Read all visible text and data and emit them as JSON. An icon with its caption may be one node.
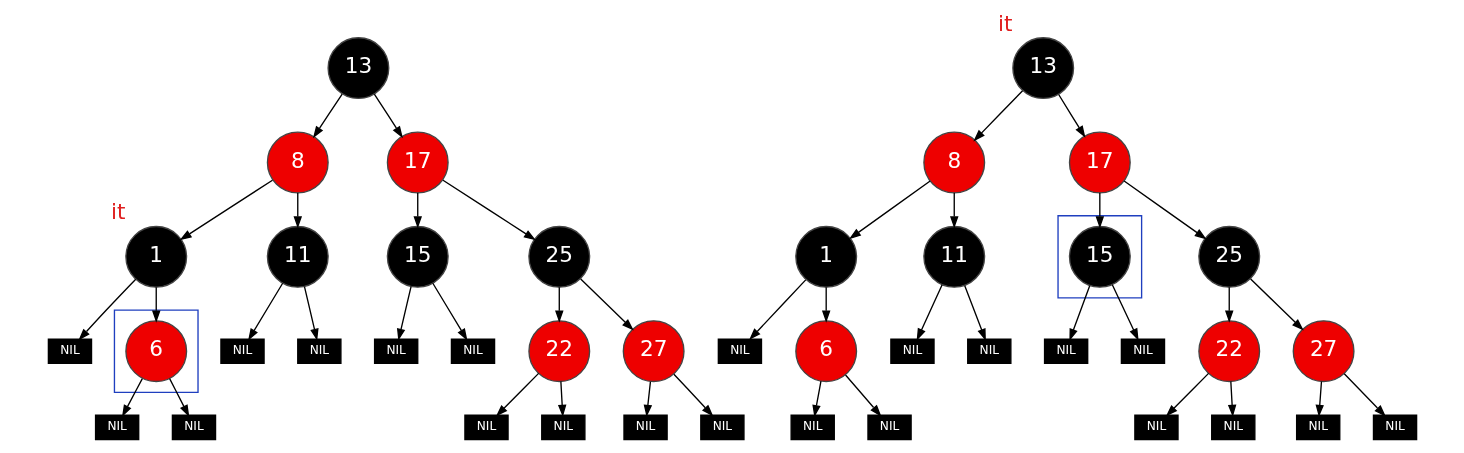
{
  "diagram": {
    "nodes": [
      {
        "text": [
          "13"
        ]
      },
      {
        "text": [
          "8"
        ]
      },
      {
        "text": [
          "17"
        ]
      },
      {
        "text": [
          "1"
        ],
        "beside": [
          "it"
        ]
      },
      {
        "text": [
          "11"
        ]
      },
      {
        "text": [
          "15"
        ]
      },
      {
        "text": [
          "25"
        ]
      },
      {
        "text": [
          "NIL"
        ]
      },
      {
        "text": [],
        "shape": "box"
      },
      {
        "text": [
          "6"
        ],
        "in": 8
      },
      {
        "text": [
          "NIL"
        ]
      },
      {
        "text": [
          "NIL"
        ]
      },
      {
        "text": [
          "NIL"
        ]
      },
      {
        "text": [
          "NIL"
        ]
      },
      {
        "text": [
          "22"
        ]
      },
      {
        "text": [
          "27"
        ]
      },
      {
        "text": [
          "NIL"
        ]
      },
      {
        "text": [
          "NIL"
        ]
      },
      {
        "text": [
          "NIL"
        ]
      },
      {
        "text": [
          "NIL"
        ]
      },
      {
        "text": [
          "NIL"
        ]
      },
      {
        "text": [
          "NIL"
        ]
      },
      {
        "text": [
          "13"
        ],
        "beside": [
          "it"
        ]
      },
      {
        "text": [
          "8"
        ]
      },
      {
        "text": [
          "17"
        ]
      },
      {
        "text": [
          "1"
        ]
      },
      {
        "text": [
          "11"
        ]
      },
      {
        "text": [],
        "shape": "box"
      },
      {
        "text": [
          "15"
        ],
        "in": 27
      },
      {
        "text": [
          "25"
        ]
      },
      {
        "text": [
          "NIL"
        ]
      },
      {
        "text": [
          "6"
        ]
      },
      {
        "text": [
          "NIL"
        ]
      },
      {
        "text": [
          "NIL"
        ]
      },
      {
        "text": [
          "NIL"
        ]
      },
      {
        "text": [
          "NIL"
        ]
      },
      {
        "text": [
          "22"
        ]
      },
      {
        "text": [
          "27"
        ]
      },
      {
        "text": [
          "NIL"
        ]
      },
      {
        "text": [
          "NIL"
        ]
      },
      {
        "text": [
          "NIL"
        ]
      },
      {
        "text": [
          "NIL"
        ]
      },
      {
        "text": [
          "NIL"
        ]
      },
      {
        "text": [
          "NIL"
        ]
      }
    ],
    "edges": [
      {
        "from": 0,
        "to": 1,
        "arrow": "to"
      },
      {
        "from": 0,
        "to": 2,
        "arrow": "to"
      },
      {
        "from": 1,
        "to": 3,
        "arrow": "to"
      },
      {
        "from": 1,
        "to": 4,
        "arrow": "to"
      },
      {
        "from": 3,
        "to": 7,
        "arrow": "to"
      },
      {
        "from": 3,
        "to": 9,
        "arrow": "to"
      },
      {
        "from": 4,
        "to": 10,
        "arrow": "to"
      },
      {
        "from": 4,
        "to": 11,
        "arrow": "to"
      },
      {
        "from": 2,
        "to": 5,
        "arrow": "to"
      },
      {
        "from": 2,
        "to": 6,
        "arrow": "to"
      },
      {
        "from": 5,
        "to": 12,
        "arrow": "to"
      },
      {
        "from": 5,
        "to": 13,
        "arrow": "to"
      },
      {
        "from": 6,
        "to": 14,
        "arrow": "to"
      },
      {
        "from": 6,
        "to": 15,
        "arrow": "to"
      },
      {
        "from": 9,
        "to": 16,
        "arrow": "to"
      },
      {
        "from": 9,
        "to": 17,
        "arrow": "to"
      },
      {
        "from": 14,
        "to": 18,
        "arrow": "to"
      },
      {
        "from": 14,
        "to": 19,
        "arrow": "to"
      },
      {
        "from": 15,
        "to": 20,
        "arrow": "to"
      },
      {
        "from": 15,
        "to": 21,
        "arrow": "to"
      },
      {
        "from": 22,
        "to": 23,
        "arrow": "to"
      },
      {
        "from": 22,
        "to": 24,
        "arrow": "to"
      },
      {
        "from": 23,
        "to": 25,
        "arrow": "to"
      },
      {
        "from": 23,
        "to": 26,
        "arrow": "to"
      },
      {
        "from": 25,
        "to": 30,
        "arrow": "to"
      },
      {
        "from": 25,
        "to": 31,
        "arrow": "to"
      },
      {
        "from": 26,
        "to": 32,
        "arrow": "to"
      },
      {
        "from": 26,
        "to": 33,
        "arrow": "to"
      },
      {
        "from": 24,
        "to": 28,
        "arrow": "to"
      },
      {
        "from": 24,
        "to": 29,
        "arrow": "to"
      },
      {
        "from": 28,
        "to": 34,
        "arrow": "to"
      },
      {
        "from": 28,
        "to": 35,
        "arrow": "to"
      },
      {
        "from": 29,
        "to": 36,
        "arrow": "to"
      },
      {
        "from": 29,
        "to": 37,
        "arrow": "to"
      },
      {
        "from": 31,
        "to": 38,
        "arrow": "to"
      },
      {
        "from": 31,
        "to": 39,
        "arrow": "to"
      },
      {
        "from": 36,
        "to": 40,
        "arrow": "to"
      },
      {
        "from": 36,
        "to": 41,
        "arrow": "to"
      },
      {
        "from": 37,
        "to": 42,
        "arrow": "to"
      },
      {
        "from": 37,
        "to": 43,
        "arrow": "to"
      }
    ]
  }
}
